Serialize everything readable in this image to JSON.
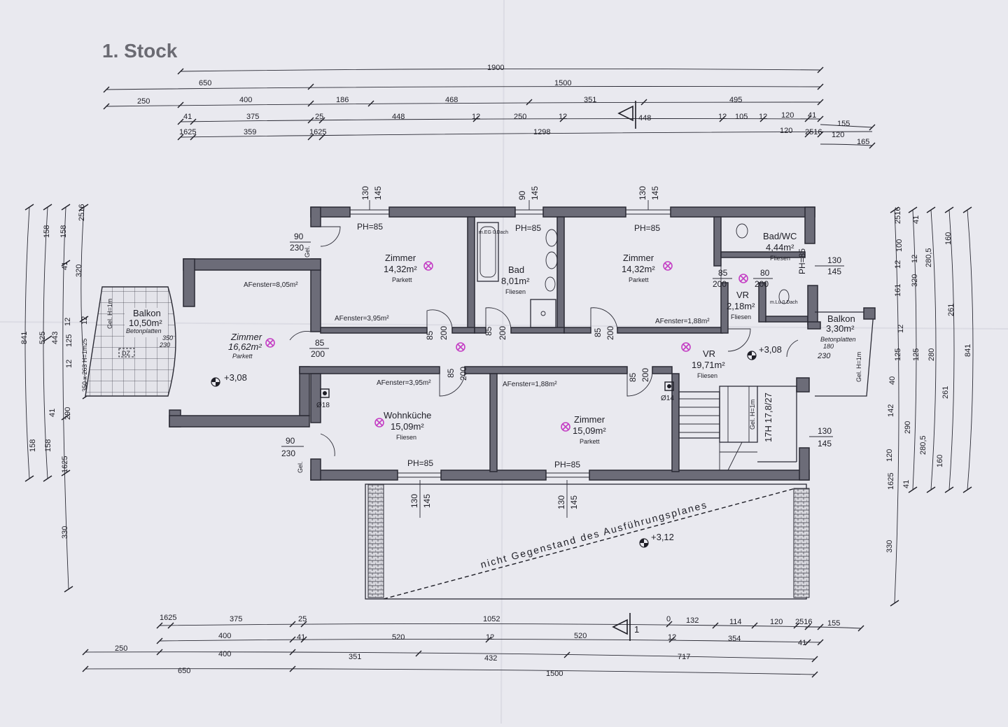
{
  "title": "1. Stock",
  "colors": {
    "paper": "#e9e9ef",
    "wall": "#6c6c78",
    "ink": "#1e1e26",
    "marker": "#c43ec4"
  },
  "top_dims": {
    "row1": [
      "1900"
    ],
    "row2": [
      "650",
      "1500"
    ],
    "row3": [
      "250",
      "400",
      "186",
      "468",
      "351",
      "495"
    ],
    "row4": [
      "41",
      "375",
      "25",
      "448",
      "12",
      "250",
      "12",
      "12",
      "105",
      "12",
      "120",
      "41"
    ],
    "row5": [
      "1625",
      "359",
      "1625",
      "1298",
      "120",
      "2516",
      "120",
      "155",
      "165"
    ]
  },
  "bottom_dims": {
    "row1": [
      "1625",
      "375",
      "25",
      "1052",
      "0",
      "132",
      "114",
      "120",
      "2516",
      "155"
    ],
    "row2": [
      "400",
      "41",
      "520",
      "12",
      "520",
      "12",
      "354",
      "41"
    ],
    "row3": [
      "250",
      "400",
      "351",
      "432",
      "717"
    ],
    "row4": [
      "650",
      "1500"
    ]
  },
  "left_dims": {
    "outer": [
      "841"
    ],
    "mid": [
      "525",
      "443",
      "158",
      "158"
    ],
    "inner": [
      "158",
      "41",
      "320",
      "12",
      "125",
      "12",
      "41",
      "290",
      "158",
      "1625",
      "330"
    ],
    "extra": [
      "2516",
      "350 x 263 H=1m25",
      "12"
    ]
  },
  "right_dims": {
    "outer": [
      "841"
    ],
    "mid": [
      "160",
      "261",
      "280",
      "261",
      "160"
    ],
    "inner": [
      "2516",
      "41",
      "12",
      "100",
      "12",
      "280,5",
      "320",
      "161",
      "125",
      "12",
      "125",
      "280,5",
      "142",
      "290",
      "120",
      "1625",
      "41",
      "330",
      "40"
    ]
  },
  "rooms": [
    {
      "name": "Zimmer",
      "area": "14,32m²",
      "floor": "Parkett"
    },
    {
      "name": "Bad",
      "area": "8,01m²",
      "floor": "Fliesen"
    },
    {
      "name": "Zimmer",
      "area": "14,32m²",
      "floor": "Parkett"
    },
    {
      "name": "Bad/WC",
      "area": "4,44m²",
      "floor": "Fliesen"
    },
    {
      "name": "VR",
      "area": "2,18m²",
      "floor": "Fliesen"
    },
    {
      "name": "Zimmer",
      "area": "16,62m²",
      "floor": "Parkett"
    },
    {
      "name": "Balkon",
      "area": "10,50m²",
      "floor": "Betonplatten"
    },
    {
      "name": "VR",
      "area": "19,71m²",
      "floor": "Fliesen"
    },
    {
      "name": "Balkon",
      "area": "3,30m²",
      "floor": "Betonplatten"
    },
    {
      "name": "Wohnküche",
      "area": "15,09m²",
      "floor": "Fliesen"
    },
    {
      "name": "Zimmer",
      "area": "15,09m²",
      "floor": "Parkett"
    }
  ],
  "windows": {
    "ph": "PH=85",
    "top1": [
      "130",
      "145"
    ],
    "top2": [
      "90",
      "145"
    ],
    "top3": [
      "130",
      "145"
    ],
    "bottom1": [
      "130",
      "145"
    ],
    "bottom2": [
      "130",
      "145"
    ],
    "side_left_top": [
      "90",
      "230"
    ],
    "side_left_bottom": [
      "90",
      "230"
    ],
    "side_right_top": [
      "130",
      "145"
    ],
    "side_right_bottom": [
      "130",
      "145"
    ],
    "ph_right": "PH=85"
  },
  "doors": {
    "d85_200": [
      "85",
      "200"
    ],
    "d80_200": [
      "80",
      "200"
    ]
  },
  "fenster": {
    "f1": "AFenster=8,05m²",
    "f2": "AFenster=3,95m²",
    "f3": "AFenster=1,88m²",
    "f4": "AFenster=3,95m²",
    "f5": "AFenster=1,88m²"
  },
  "levels": [
    "+3,08",
    "+3,08",
    "+3,12"
  ],
  "misc": {
    "note": "nicht Gegenstand des Ausführungsplanes",
    "stairs": "17H 17,8/27",
    "gel1": "Gel. H=1m",
    "gel2": "Gel. H=1m",
    "gel3": "Gel. H=1m",
    "gel4": "Gel.",
    "gel5": "Gel.",
    "chimney1": "Ø18",
    "chimney2": "Ø14",
    "balcony_dims": [
      "350",
      "230"
    ],
    "balcony2_dims": [
      "180",
      "230"
    ],
    "dz": "DZ",
    "bath_sign": "m.EG 0.Dach",
    "wc_sign": "m.Lü 0.Dach",
    "section_label": "1"
  }
}
